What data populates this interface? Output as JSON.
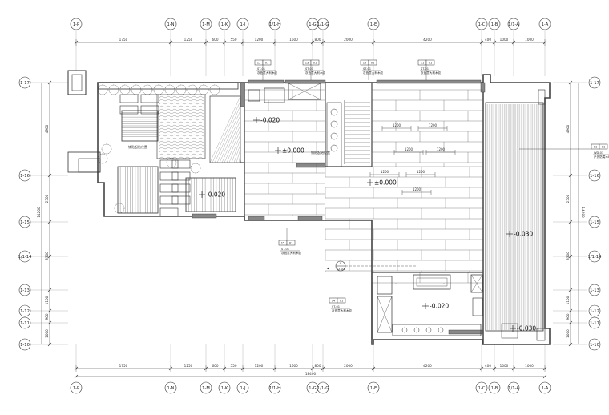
{
  "plan": {
    "axes_top": [
      "1-P",
      "1-N",
      "1-M",
      "1-K",
      "1-J",
      "1/1-H",
      "1-G",
      "1/1-G",
      "1-E",
      "1-C",
      "1-B",
      "1/1-A",
      "1-A"
    ],
    "axes_bottom": [
      "1-P",
      "1-N",
      "1-M",
      "1-K",
      "1-J",
      "1/1-H",
      "1-G",
      "1/1-G",
      "1-E",
      "1-C",
      "1-B",
      "1/1-A",
      "1-A"
    ],
    "axes_side": [
      "1-17",
      "1-16",
      "1-15",
      "1/1-14",
      "1-13",
      "1-12",
      "1-11",
      "1-10"
    ],
    "dims_top": [
      "1750",
      "1250",
      "600",
      "550",
      "1200",
      "1600",
      "800",
      "2000",
      "4200",
      "400",
      "1000",
      "1000"
    ],
    "dims_bottom": [
      "1750",
      "1250",
      "600",
      "550",
      "1200",
      "1600",
      "800",
      "2000",
      "4200",
      "400",
      "1000",
      "1000"
    ],
    "total_bottom": "18400",
    "dims_left": [
      "4900",
      "2500",
      "3300",
      "1100",
      "900",
      "1000"
    ],
    "dims_right": [
      "4900",
      "2500",
      "3300",
      "1100",
      "900",
      "1000"
    ],
    "total_side": "14200",
    "levels": [
      "-0.020",
      "±0.000",
      "±0.000",
      "-0.030",
      "-0.020",
      "-0.020",
      "-0.030"
    ],
    "floor_tags": [
      {
        "num": "15",
        "sheet": "01",
        "code": "ST-01",
        "desc": "灰色意大利木纹"
      },
      {
        "num": "13",
        "sheet": "01",
        "code": "ST-01",
        "desc": "灰色意大利木纹"
      },
      {
        "num": "15",
        "sheet": "01",
        "code": "ST-01",
        "desc": "灰色意大利木纹"
      },
      {
        "num": "11",
        "sheet": "01",
        "code": "ST-01",
        "desc": "灰色意大利木纹"
      },
      {
        "num": "15",
        "sheet": "01",
        "code": "ST-01",
        "desc": "灰色意大利木纹"
      },
      {
        "num": "14",
        "sheet": "01",
        "code": "ST-01",
        "desc": "灰色意大利木纹"
      },
      {
        "num": "11",
        "sheet": "01",
        "code": "WD-01",
        "desc": "户外防腐木地板"
      }
    ],
    "section_marker": {
      "num": "C",
      "sheet": "02-01"
    },
    "tile_dims": [
      "1200",
      "1200",
      "1200",
      "1200",
      "1200",
      "1200",
      "1200"
    ],
    "note_label": "铺贴起始位置"
  }
}
